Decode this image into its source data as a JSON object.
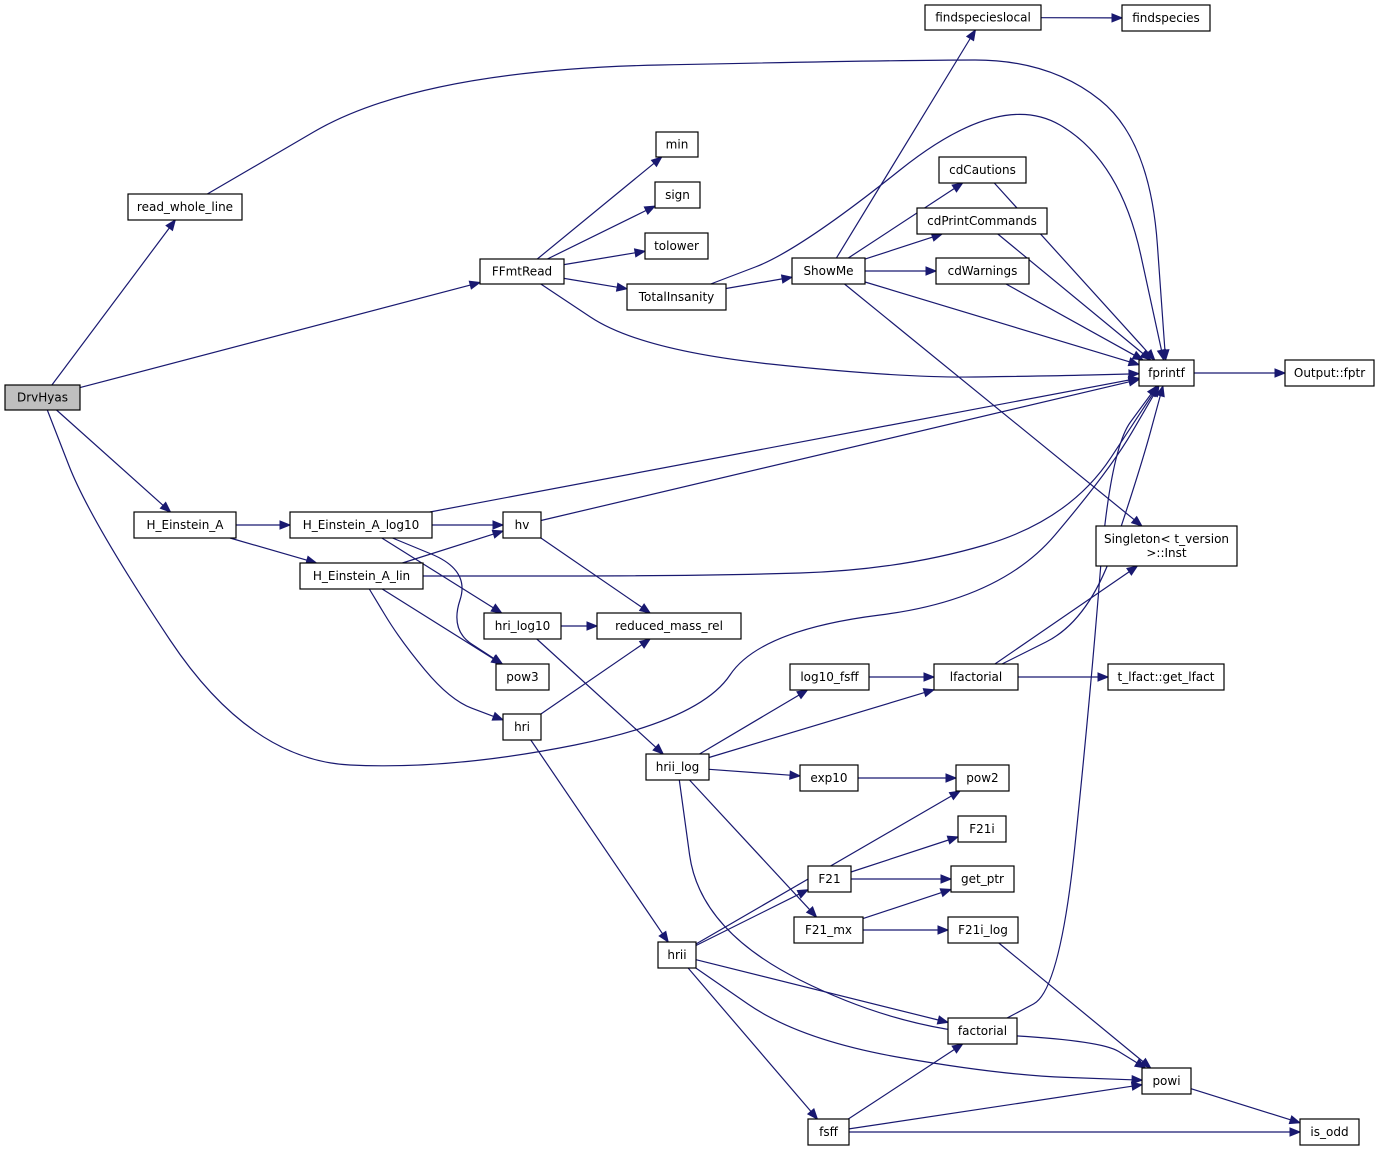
{
  "nodes": [
    {
      "id": "DrvHyas",
      "lines": [
        "DrvHyas"
      ],
      "root": true
    },
    {
      "id": "read_whole_line",
      "lines": [
        "read_whole_line"
      ]
    },
    {
      "id": "FFmtRead",
      "lines": [
        "FFmtRead"
      ]
    },
    {
      "id": "min",
      "lines": [
        "min"
      ]
    },
    {
      "id": "sign",
      "lines": [
        "sign"
      ]
    },
    {
      "id": "tolower",
      "lines": [
        "tolower"
      ]
    },
    {
      "id": "TotalInsanity",
      "lines": [
        "TotalInsanity"
      ]
    },
    {
      "id": "ShowMe",
      "lines": [
        "ShowMe"
      ]
    },
    {
      "id": "findspecieslocal",
      "lines": [
        "findspecieslocal"
      ]
    },
    {
      "id": "findspecies",
      "lines": [
        "findspecies"
      ]
    },
    {
      "id": "cdCautions",
      "lines": [
        "cdCautions"
      ]
    },
    {
      "id": "cdPrintCommands",
      "lines": [
        "cdPrintCommands"
      ]
    },
    {
      "id": "cdWarnings",
      "lines": [
        "cdWarnings"
      ]
    },
    {
      "id": "fprintf",
      "lines": [
        "fprintf"
      ]
    },
    {
      "id": "Output_fptr",
      "lines": [
        "Output::fptr"
      ]
    },
    {
      "id": "Singleton_Inst",
      "lines": [
        "Singleton< t_version",
        ">::Inst"
      ]
    },
    {
      "id": "H_Einstein_A",
      "lines": [
        "H_Einstein_A"
      ]
    },
    {
      "id": "H_Einstein_A_log10",
      "lines": [
        "H_Einstein_A_log10"
      ]
    },
    {
      "id": "H_Einstein_A_lin",
      "lines": [
        "H_Einstein_A_lin"
      ]
    },
    {
      "id": "hv",
      "lines": [
        "hv"
      ]
    },
    {
      "id": "hri_log10",
      "lines": [
        "hri_log10"
      ]
    },
    {
      "id": "reduced_mass_rel",
      "lines": [
        "reduced_mass_rel"
      ]
    },
    {
      "id": "pow3",
      "lines": [
        "pow3"
      ]
    },
    {
      "id": "hri",
      "lines": [
        "hri"
      ]
    },
    {
      "id": "log10_fsff",
      "lines": [
        "log10_fsff"
      ]
    },
    {
      "id": "lfactorial",
      "lines": [
        "lfactorial"
      ]
    },
    {
      "id": "t_lfact_get_lfact",
      "lines": [
        "t_lfact::get_lfact"
      ]
    },
    {
      "id": "hrii_log",
      "lines": [
        "hrii_log"
      ]
    },
    {
      "id": "exp10",
      "lines": [
        "exp10"
      ]
    },
    {
      "id": "pow2",
      "lines": [
        "pow2"
      ]
    },
    {
      "id": "F21i",
      "lines": [
        "F21i"
      ]
    },
    {
      "id": "F21",
      "lines": [
        "F21"
      ]
    },
    {
      "id": "get_ptr",
      "lines": [
        "get_ptr"
      ]
    },
    {
      "id": "F21_mx",
      "lines": [
        "F21_mx"
      ]
    },
    {
      "id": "F21i_log",
      "lines": [
        "F21i_log"
      ]
    },
    {
      "id": "hrii",
      "lines": [
        "hrii"
      ]
    },
    {
      "id": "factorial",
      "lines": [
        "factorial"
      ]
    },
    {
      "id": "powi",
      "lines": [
        "powi"
      ]
    },
    {
      "id": "fsff",
      "lines": [
        "fsff"
      ]
    },
    {
      "id": "is_odd",
      "lines": [
        "is_odd"
      ]
    }
  ],
  "edges": [
    [
      "DrvHyas",
      "read_whole_line"
    ],
    [
      "DrvHyas",
      "FFmtRead"
    ],
    [
      "DrvHyas",
      "H_Einstein_A"
    ],
    [
      "DrvHyas",
      "fprintf"
    ],
    [
      "read_whole_line",
      "fprintf"
    ],
    [
      "FFmtRead",
      "min"
    ],
    [
      "FFmtRead",
      "sign"
    ],
    [
      "FFmtRead",
      "tolower"
    ],
    [
      "FFmtRead",
      "TotalInsanity"
    ],
    [
      "FFmtRead",
      "fprintf"
    ],
    [
      "TotalInsanity",
      "ShowMe"
    ],
    [
      "TotalInsanity",
      "fprintf"
    ],
    [
      "ShowMe",
      "findspecieslocal"
    ],
    [
      "ShowMe",
      "cdCautions"
    ],
    [
      "ShowMe",
      "cdPrintCommands"
    ],
    [
      "ShowMe",
      "cdWarnings"
    ],
    [
      "ShowMe",
      "fprintf"
    ],
    [
      "ShowMe",
      "Singleton_Inst"
    ],
    [
      "findspecieslocal",
      "findspecies"
    ],
    [
      "cdCautions",
      "fprintf"
    ],
    [
      "cdPrintCommands",
      "fprintf"
    ],
    [
      "cdWarnings",
      "fprintf"
    ],
    [
      "fprintf",
      "Output_fptr"
    ],
    [
      "H_Einstein_A",
      "H_Einstein_A_log10"
    ],
    [
      "H_Einstein_A",
      "H_Einstein_A_lin"
    ],
    [
      "H_Einstein_A_log10",
      "fprintf"
    ],
    [
      "H_Einstein_A_log10",
      "hv"
    ],
    [
      "H_Einstein_A_log10",
      "hri_log10"
    ],
    [
      "H_Einstein_A_log10",
      "pow3"
    ],
    [
      "H_Einstein_A_lin",
      "hv"
    ],
    [
      "H_Einstein_A_lin",
      "fprintf"
    ],
    [
      "H_Einstein_A_lin",
      "pow3"
    ],
    [
      "H_Einstein_A_lin",
      "hri"
    ],
    [
      "hv",
      "fprintf"
    ],
    [
      "hv",
      "reduced_mass_rel"
    ],
    [
      "hri_log10",
      "reduced_mass_rel"
    ],
    [
      "hri_log10",
      "hrii_log"
    ],
    [
      "hri",
      "reduced_mass_rel"
    ],
    [
      "hri",
      "hrii"
    ],
    [
      "hrii_log",
      "log10_fsff"
    ],
    [
      "hrii_log",
      "lfactorial"
    ],
    [
      "hrii_log",
      "exp10"
    ],
    [
      "hrii_log",
      "F21_mx"
    ],
    [
      "hrii_log",
      "powi"
    ],
    [
      "log10_fsff",
      "lfactorial"
    ],
    [
      "lfactorial",
      "fprintf"
    ],
    [
      "lfactorial",
      "Singleton_Inst"
    ],
    [
      "lfactorial",
      "t_lfact_get_lfact"
    ],
    [
      "exp10",
      "pow2"
    ],
    [
      "F21",
      "F21i"
    ],
    [
      "F21",
      "get_ptr"
    ],
    [
      "F21_mx",
      "get_ptr"
    ],
    [
      "F21_mx",
      "F21i_log"
    ],
    [
      "F21i_log",
      "powi"
    ],
    [
      "hrii",
      "pow2"
    ],
    [
      "hrii",
      "F21"
    ],
    [
      "hrii",
      "factorial"
    ],
    [
      "hrii",
      "powi"
    ],
    [
      "hrii",
      "fsff"
    ],
    [
      "factorial",
      "fprintf"
    ],
    [
      "fsff",
      "factorial"
    ],
    [
      "fsff",
      "powi"
    ],
    [
      "fsff",
      "is_odd"
    ],
    [
      "powi",
      "is_odd"
    ]
  ]
}
